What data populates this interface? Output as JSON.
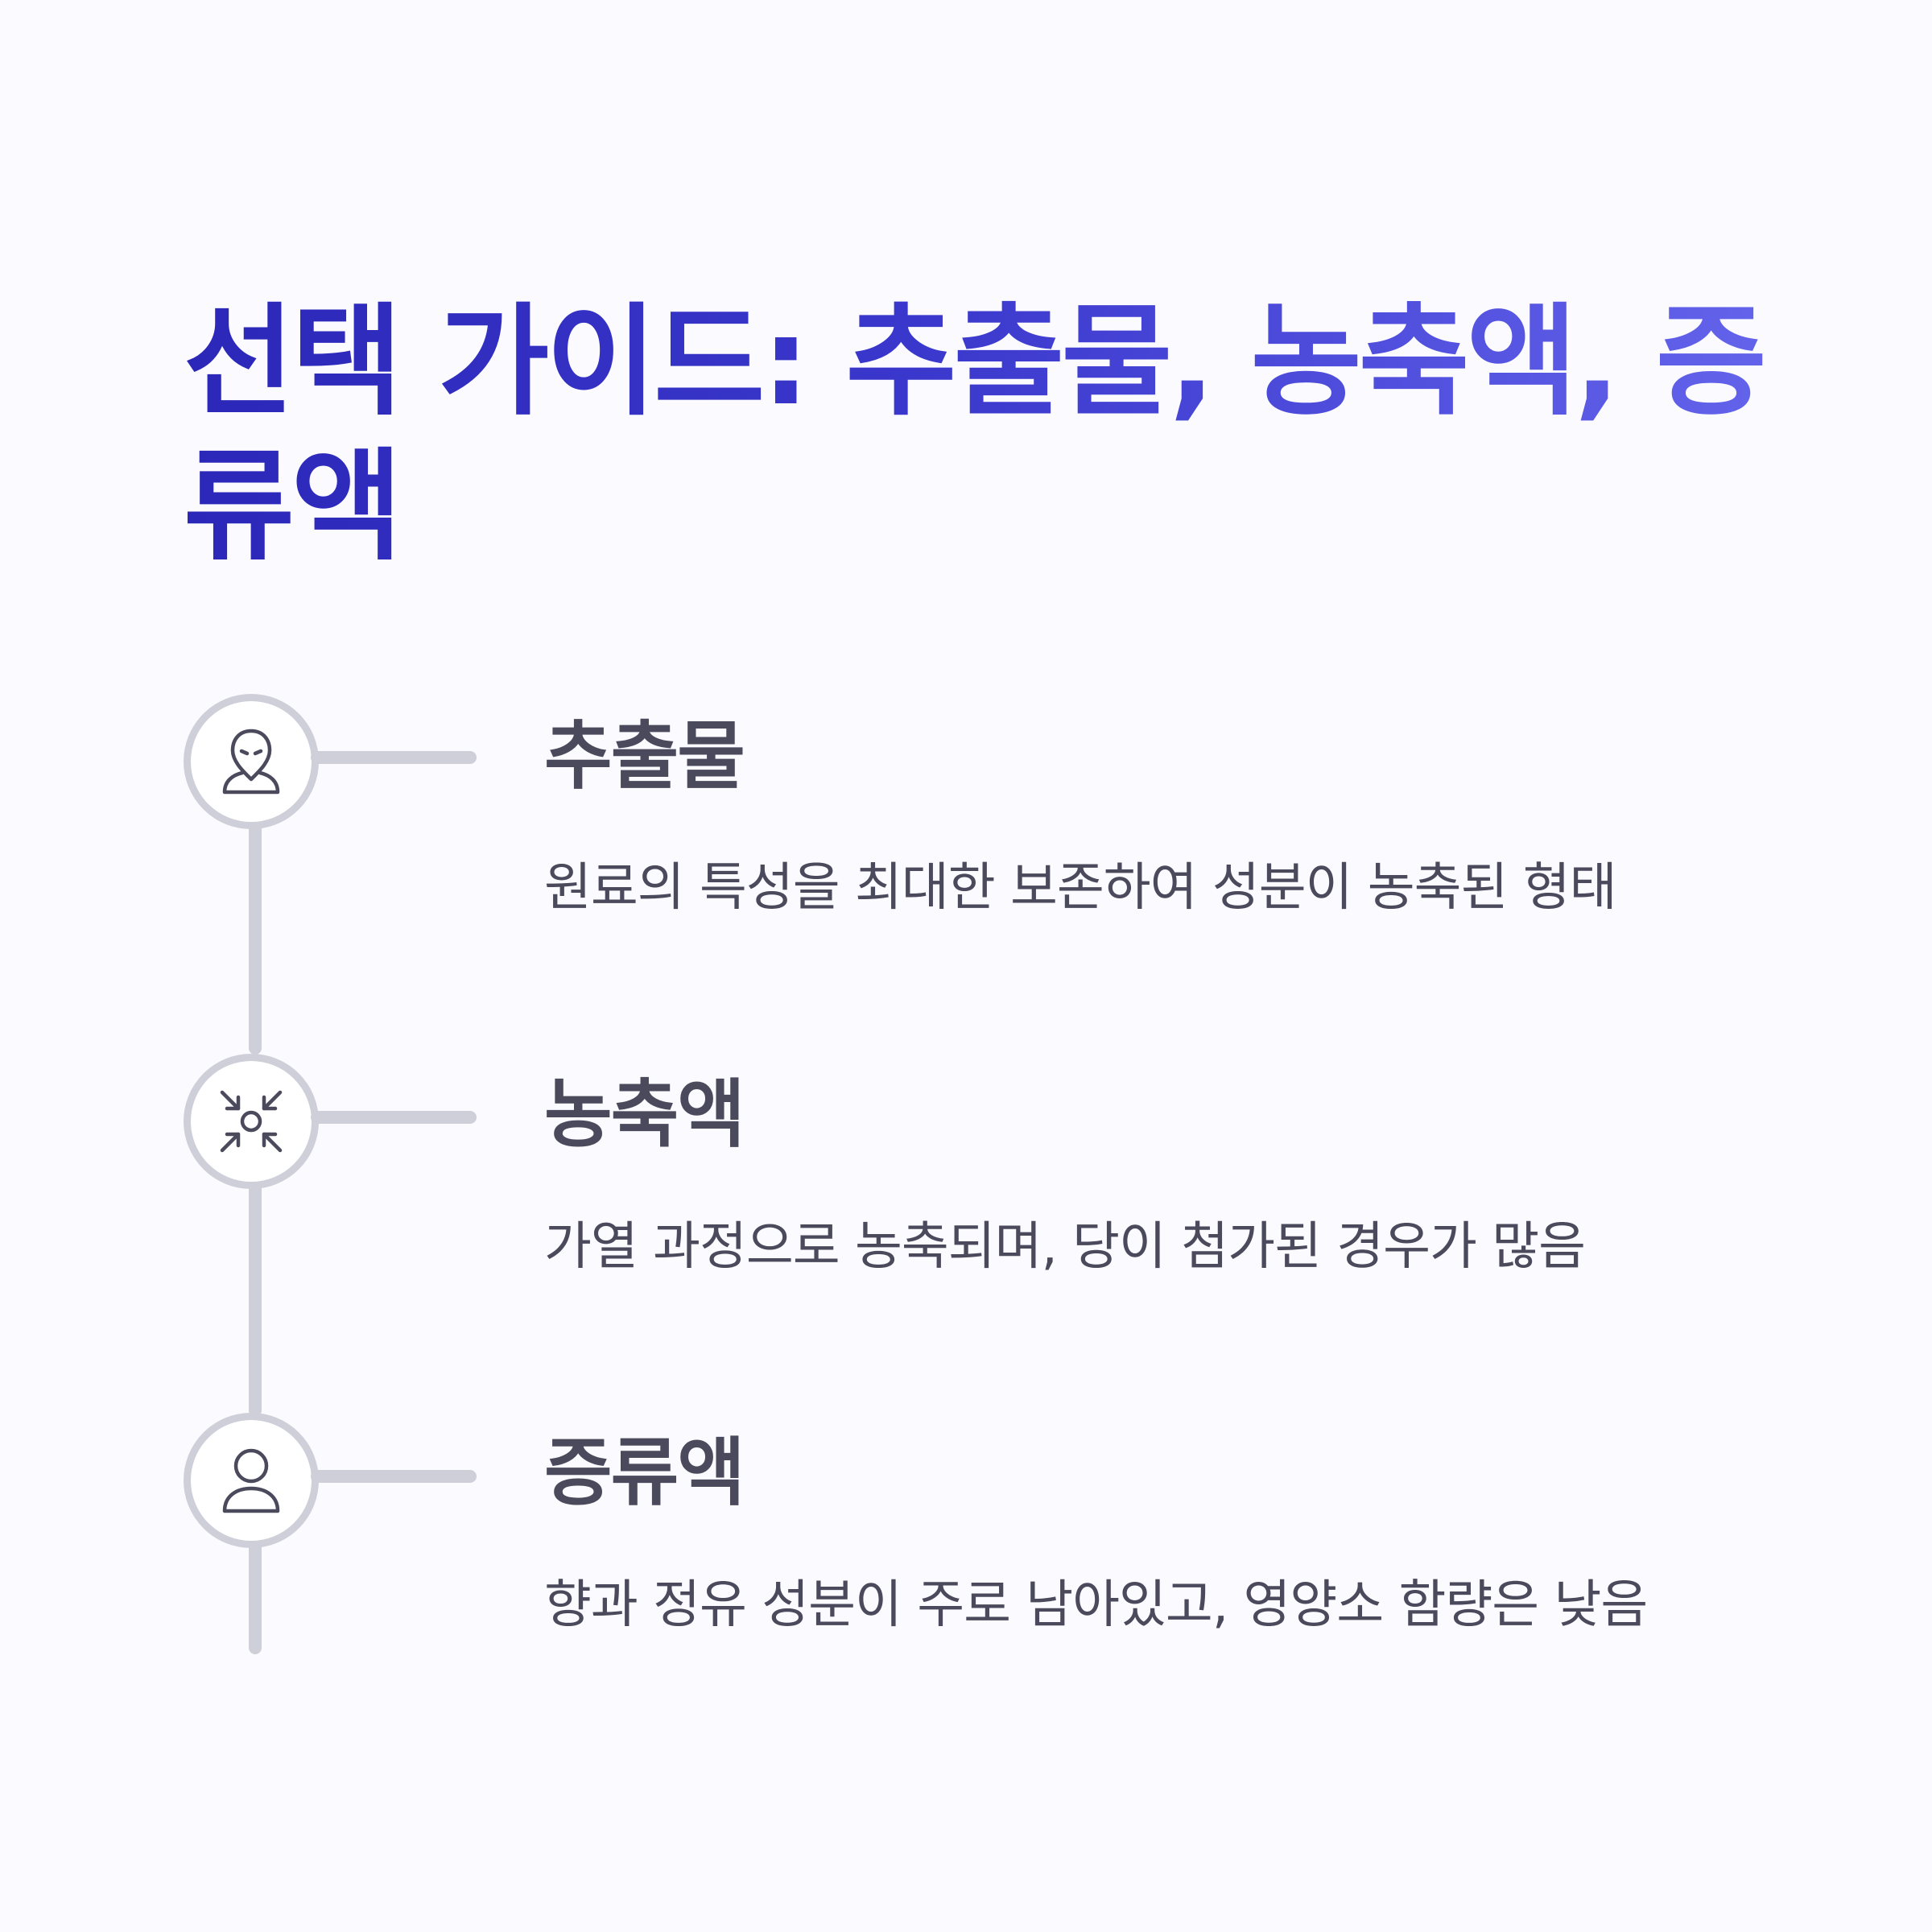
{
  "title": "선택 가이드: 추출물, 농축액, 증류액",
  "colors": {
    "title_start": "#2b27b8",
    "title_end": "#6464ec",
    "text": "#4b4a5c",
    "line": "#cfcfd9",
    "background": "#fafaff"
  },
  "items": [
    {
      "icon": "alien-user-icon",
      "title": "추출물",
      "description": "원료의 특성을 최대한 보존하여 성분이 농축된 형태"
    },
    {
      "icon": "compress-arrows-icon",
      "title": "농축액",
      "description": "가열 과정으로 농축되며, 당이 첨가된 경우가 많음"
    },
    {
      "icon": "user-icon",
      "title": "증류액",
      "description": "향과 정유 성분이 주로 남아있고, 영양소 함량은 낮음"
    }
  ]
}
